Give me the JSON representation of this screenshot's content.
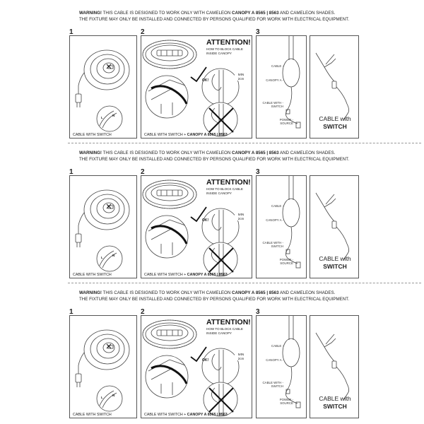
{
  "instructions": [
    {
      "warning_label": "WARNING!",
      "warning_text_1": "THIS CABLE IS DESIGNED TO WORK ONLY WITH CAMELEON",
      "warning_product": "CANOPY A 8565 | 8563",
      "warning_text_2": "AND CAMELEON SHADES.",
      "warning_line_2": "THE FIXTURE MAY ONLY BE INSTALLED AND CONNECTED BY PERSONS QUALIFIED FOR WORK WITH ELECTRICAL EQUIPMENT.",
      "step1": {
        "number": "1",
        "caption": "CABLE WITH SWITCH",
        "wire_l": "L",
        "wire_n": "N"
      },
      "step2": {
        "number": "2",
        "caption_plain": "CABLE WITH SWITCH +",
        "caption_bold": "CANOPY A 8565 | 8563",
        "attention": "ATTENTION!",
        "attention_sub_1": "HOW TO BLOCK CABLE",
        "attention_sub_2": "INSIDE CANOPY",
        "ok": "OK!",
        "min_1": "MIN",
        "min_2": "2cm"
      },
      "step3": {
        "number": "3",
        "label_cable": "CABLE -",
        "label_canopy": "CANOPY A -",
        "label_cws_1": "CABLE WITH -",
        "label_cws_2": "SWITCH",
        "label_power_1": "POWER -",
        "label_power_2": "SOURCE",
        "product_1": "CABLE with",
        "product_2": "SWITCH"
      }
    },
    {
      "warning_label": "WARNING!",
      "warning_text_1": "THIS CABLE IS DESIGNED TO WORK ONLY WITH CAMELEON",
      "warning_product": "CANOPY A 8565 | 8563",
      "warning_text_2": "AND CAMELEON SHADES.",
      "warning_line_2": "THE FIXTURE MAY ONLY BE INSTALLED AND CONNECTED BY PERSONS QUALIFIED FOR WORK WITH ELECTRICAL EQUIPMENT.",
      "step1": {
        "number": "1",
        "caption": "CABLE WITH SWITCH",
        "wire_l": "L",
        "wire_n": "N"
      },
      "step2": {
        "number": "2",
        "caption_plain": "CABLE WITH SWITCH +",
        "caption_bold": "CANOPY A 8565 | 8563",
        "attention": "ATTENTION!",
        "attention_sub_1": "HOW TO BLOCK CABLE",
        "attention_sub_2": "INSIDE CANOPY",
        "ok": "OK!",
        "min_1": "MIN",
        "min_2": "2cm"
      },
      "step3": {
        "number": "3",
        "label_cable": "CABLE -",
        "label_canopy": "CANOPY A -",
        "label_cws_1": "CABLE WITH -",
        "label_cws_2": "SWITCH",
        "label_power_1": "POWER -",
        "label_power_2": "SOURCE",
        "product_1": "CABLE with",
        "product_2": "SWITCH"
      }
    },
    {
      "warning_label": "WARNING!",
      "warning_text_1": "THIS CABLE IS DESIGNED TO WORK ONLY WITH CAMELEON",
      "warning_product": "CANOPY A 8565 | 8563",
      "warning_text_2": "AND CAMELEON SHADES.",
      "warning_line_2": "THE FIXTURE MAY ONLY BE INSTALLED AND CONNECTED BY PERSONS QUALIFIED FOR WORK WITH ELECTRICAL EQUIPMENT.",
      "step1": {
        "number": "1",
        "caption": "CABLE WITH SWITCH",
        "wire_l": "L",
        "wire_n": "N"
      },
      "step2": {
        "number": "2",
        "caption_plain": "CABLE WITH SWITCH +",
        "caption_bold": "CANOPY A 8565 | 8563",
        "attention": "ATTENTION!",
        "attention_sub_1": "HOW TO BLOCK CABLE",
        "attention_sub_2": "INSIDE CANOPY",
        "ok": "OK!",
        "min_1": "MIN",
        "min_2": "2cm"
      },
      "step3": {
        "number": "3",
        "label_cable": "CABLE -",
        "label_canopy": "CANOPY A -",
        "label_cws_1": "CABLE WITH -",
        "label_cws_2": "SWITCH",
        "label_power_1": "POWER -",
        "label_power_2": "SOURCE",
        "product_1": "CABLE with",
        "product_2": "SWITCH"
      }
    }
  ],
  "colors": {
    "line": "#555555",
    "dark": "#111111",
    "separator": "#999999"
  }
}
